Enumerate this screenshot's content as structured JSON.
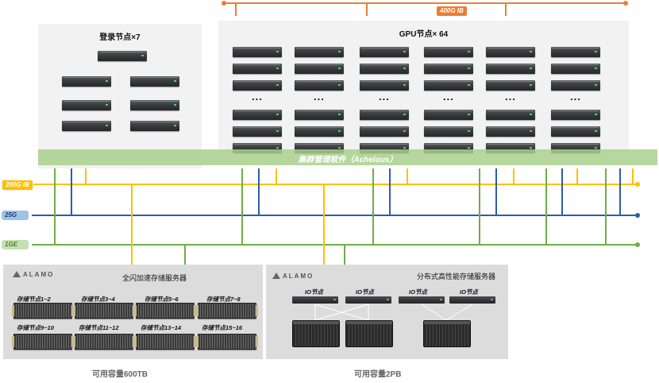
{
  "login_nodes": {
    "title": "登录节点×7"
  },
  "gpu_nodes": {
    "title": "GPU节点× 64",
    "ellipsis": "..."
  },
  "management": {
    "label": "集群管理软件（Achelous）"
  },
  "networks": {
    "ib400": {
      "label": "400G IB",
      "color": "#ed7d31"
    },
    "ib200": {
      "label": "200G IB",
      "color": "#ffc000"
    },
    "eth25": {
      "label": "25G",
      "color": "#2f5cab"
    },
    "eth1": {
      "label": "1GE",
      "color": "#70ad47"
    }
  },
  "flash_storage": {
    "brand": "ALAMO",
    "title": "全闪加速存储服务器",
    "units": [
      {
        "label": "存储节点1~2"
      },
      {
        "label": "存储节点3~4"
      },
      {
        "label": "存储节点5~6"
      },
      {
        "label": "存储节点7~8"
      },
      {
        "label": "存储节点9~10"
      },
      {
        "label": "存储节点11~12"
      },
      {
        "label": "存储节点13~14"
      },
      {
        "label": "存储节点15~16"
      }
    ],
    "capacity": "可用容量600TB"
  },
  "distributed_storage": {
    "brand": "ALAMO",
    "title": "分布式高性能存储服务器",
    "io_nodes": [
      {
        "label": "IO节点"
      },
      {
        "label": "IO节点"
      },
      {
        "label": "IO节点"
      },
      {
        "label": "IO节点"
      }
    ],
    "capacity": "可用容量2PB"
  }
}
